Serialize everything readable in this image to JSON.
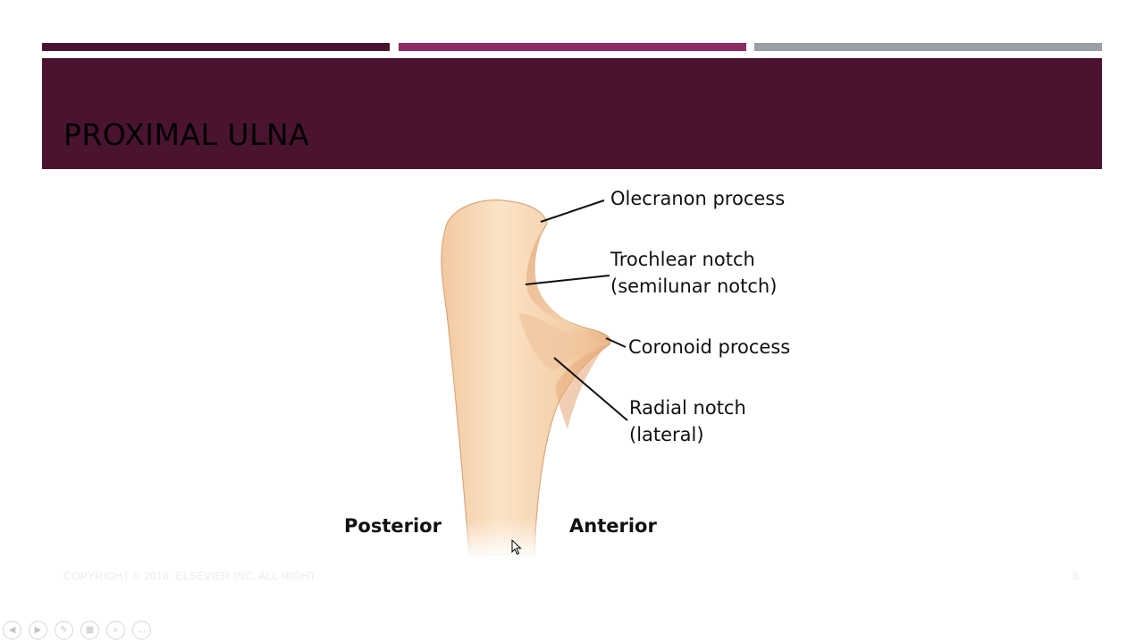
{
  "slide": {
    "title": "PROXIMAL ULNA",
    "accent_colors": [
      "#4a1431",
      "#8c2a62",
      "#9a9ea6"
    ],
    "band_color": "#4a1431"
  },
  "figure": {
    "labels": {
      "olecranon": "Olecranon process",
      "trochlear_1": "Trochlear notch",
      "trochlear_2": "(semilunar notch)",
      "coronoid": "Coronoid process",
      "radial_1": "Radial notch",
      "radial_2": "(lateral)"
    },
    "directions": {
      "posterior": "Posterior",
      "anterior": "Anterior"
    }
  },
  "footer": {
    "copyright": "COPYRIGHT © 2018, ELSEVIER INC. ALL RIGHT",
    "page_number": "8"
  },
  "controls": [
    {
      "name": "previous-slide",
      "icon": "◀"
    },
    {
      "name": "next-slide",
      "icon": "▶"
    },
    {
      "name": "pen-tool",
      "icon": "✎"
    },
    {
      "name": "see-all-slides",
      "icon": "▦"
    },
    {
      "name": "zoom",
      "icon": "⌕"
    },
    {
      "name": "more-options",
      "icon": "…"
    }
  ]
}
